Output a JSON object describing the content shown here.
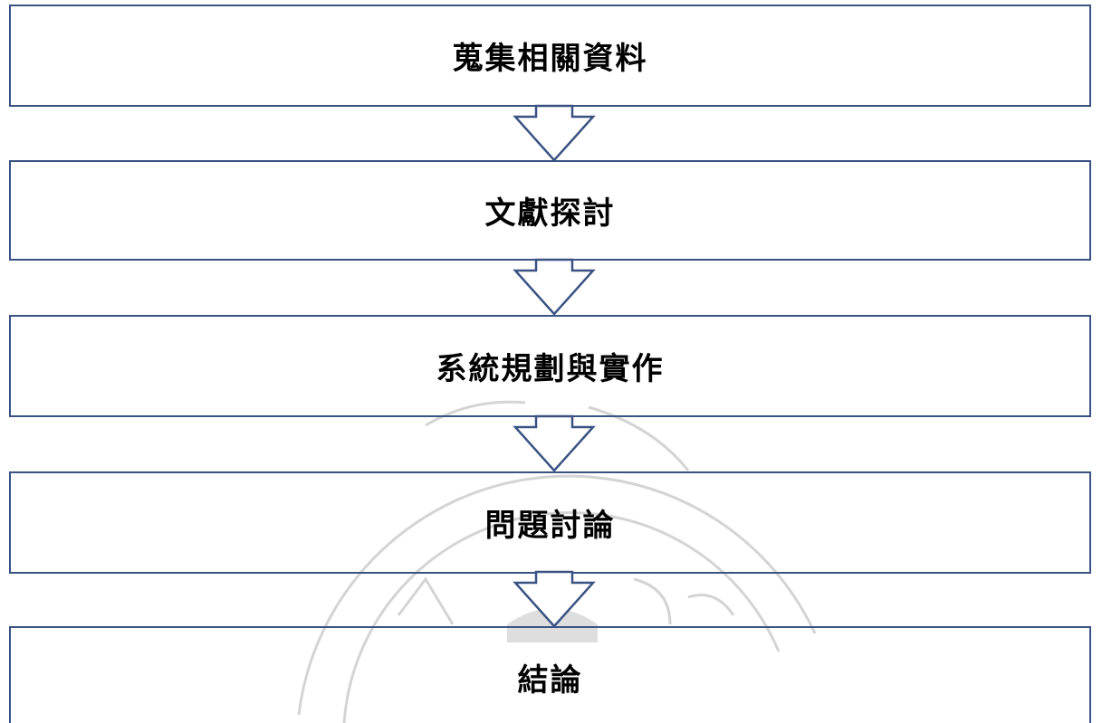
{
  "diagram": {
    "steps": [
      {
        "label": "蒐集相關資料"
      },
      {
        "label": "文獻探討"
      },
      {
        "label": "系統規劃與實作"
      },
      {
        "label": "問題討論"
      },
      {
        "label": "結論"
      }
    ],
    "colors": {
      "box_border": "#3a5383",
      "arrow_stroke": "#3a5383",
      "text": "#000000",
      "watermark": "#c9c9c9"
    },
    "icons": {
      "arrow": "down-arrow-icon",
      "watermark": "university-seal-watermark"
    }
  }
}
